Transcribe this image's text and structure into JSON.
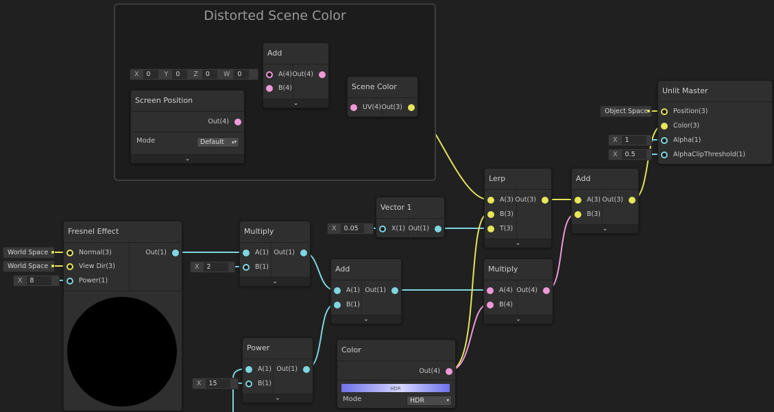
{
  "group": {
    "title": "Distorted Scene Color"
  },
  "fields": {
    "vec4": {
      "x_label": "X",
      "x": "0",
      "y_label": "Y",
      "y": "0",
      "z_label": "Z",
      "z": "0",
      "w_label": "W",
      "w": "0"
    },
    "vector1_x": {
      "label": "X",
      "value": "0.05"
    },
    "multiply_b": {
      "label": "X",
      "value": "2"
    },
    "power_b": {
      "label": "X",
      "value": "15"
    },
    "fresnel_power": {
      "label": "X",
      "value": "8"
    },
    "alpha": {
      "label": "X",
      "value": "1"
    },
    "alpha_clip": {
      "label": "X",
      "value": "0.5"
    }
  },
  "pills": {
    "object_space": "Object Space",
    "world_space_normal": "World Space",
    "world_space_view": "World Space"
  },
  "nodes": {
    "add_top": {
      "title": "Add",
      "in": [
        "A(4)",
        "B(4)"
      ],
      "out": "Out(4)"
    },
    "screen_position": {
      "title": "Screen Position",
      "out": "Out(4)",
      "mode_label": "Mode",
      "mode_value": "Default"
    },
    "scene_color": {
      "title": "Scene Color",
      "in": [
        "UV(4)"
      ],
      "out": "Out(3)"
    },
    "unlit_master": {
      "title": "Unlit Master",
      "in": [
        "Position(3)",
        "Color(3)",
        "Alpha(1)",
        "AlphaClipThreshold(1)"
      ]
    },
    "lerp": {
      "title": "Lerp",
      "in": [
        "A(3)",
        "B(3)",
        "T(3)"
      ],
      "out": "Out(3)"
    },
    "add_right": {
      "title": "Add",
      "in": [
        "A(3)",
        "B(3)"
      ],
      "out": "Out(3)"
    },
    "vector1": {
      "title": "Vector 1",
      "in": [
        "X(1)"
      ],
      "out": "Out(1)"
    },
    "fresnel": {
      "title": "Fresnel Effect",
      "in": [
        "Normal(3)",
        "View Dir(3)",
        "Power(1)"
      ],
      "out": "Out(1)"
    },
    "multiply_mid": {
      "title": "Multiply",
      "in": [
        "A(1)",
        "B(1)"
      ],
      "out": "Out(1)"
    },
    "add_mid": {
      "title": "Add",
      "in": [
        "A(1)",
        "B(1)"
      ],
      "out": "Out(1)"
    },
    "multiply_right": {
      "title": "Multiply",
      "in": [
        "A(4)",
        "B(4)"
      ],
      "out": "Out(4)"
    },
    "power": {
      "title": "Power",
      "in": [
        "A(1)",
        "B(1)"
      ],
      "out": "Out(1)"
    },
    "color": {
      "title": "Color",
      "out": "Out(4)",
      "hdr_label": "HDR",
      "mode_label": "Mode",
      "mode_value": "HDR"
    }
  },
  "colors": {
    "vec1": "#7fd6e0",
    "vec3": "#e6e65a",
    "vec4": "#ee99d8",
    "hdr_bar": "#8a8af0"
  },
  "icons": {
    "collapse": "chevron-down-icon",
    "dropdown": "up-down-arrow-icon"
  }
}
